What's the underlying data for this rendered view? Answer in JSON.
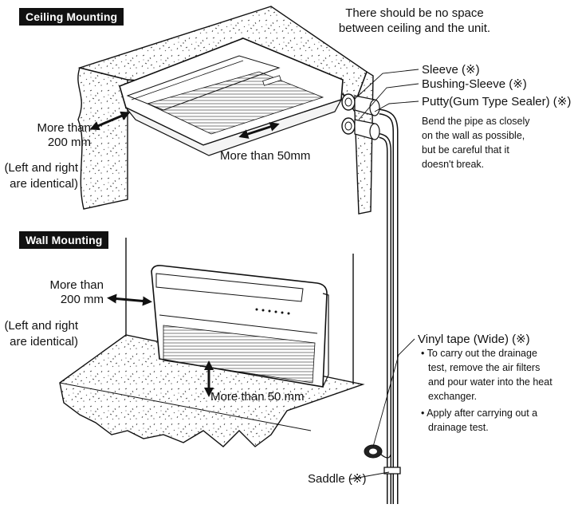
{
  "ceiling": {
    "title": "Ceiling Mounting",
    "note_line1": "There should be no space",
    "note_line2": "between ceiling and the unit.",
    "side_line1": "More than",
    "side_line2": "200 mm",
    "lr_line1": "(Left and right",
    "lr_line2": "are identical)",
    "bottom_clearance": "More than 50mm"
  },
  "wall": {
    "title": "Wall Mounting",
    "side_line1": "More than",
    "side_line2": "200 mm",
    "lr_line1": "(Left and right",
    "lr_line2": "are identical)",
    "bottom_clearance": "More than 50 mm"
  },
  "parts": {
    "sleeve": "Sleeve (※)",
    "bushing_sleeve": "Bushing-Sleeve (※)",
    "putty": "Putty(Gum Type Sealer) (※)",
    "bend_line1": "Bend the pipe as closely",
    "bend_line2": "on the wall as possible,",
    "bend_line3": "but be careful that it",
    "bend_line4": "doesn't break.",
    "vinyl_tape": "Vinyl tape (Wide) (※)",
    "vinyl_line1": "• To carry out the drainage",
    "vinyl_line2": "test, remove the air filters",
    "vinyl_line3": "and pour water into the heat",
    "vinyl_line4": "exchanger.",
    "vinyl_line5": "• Apply after carrying out a",
    "vinyl_line6": "drainage test.",
    "saddle": "Saddle (※)"
  }
}
